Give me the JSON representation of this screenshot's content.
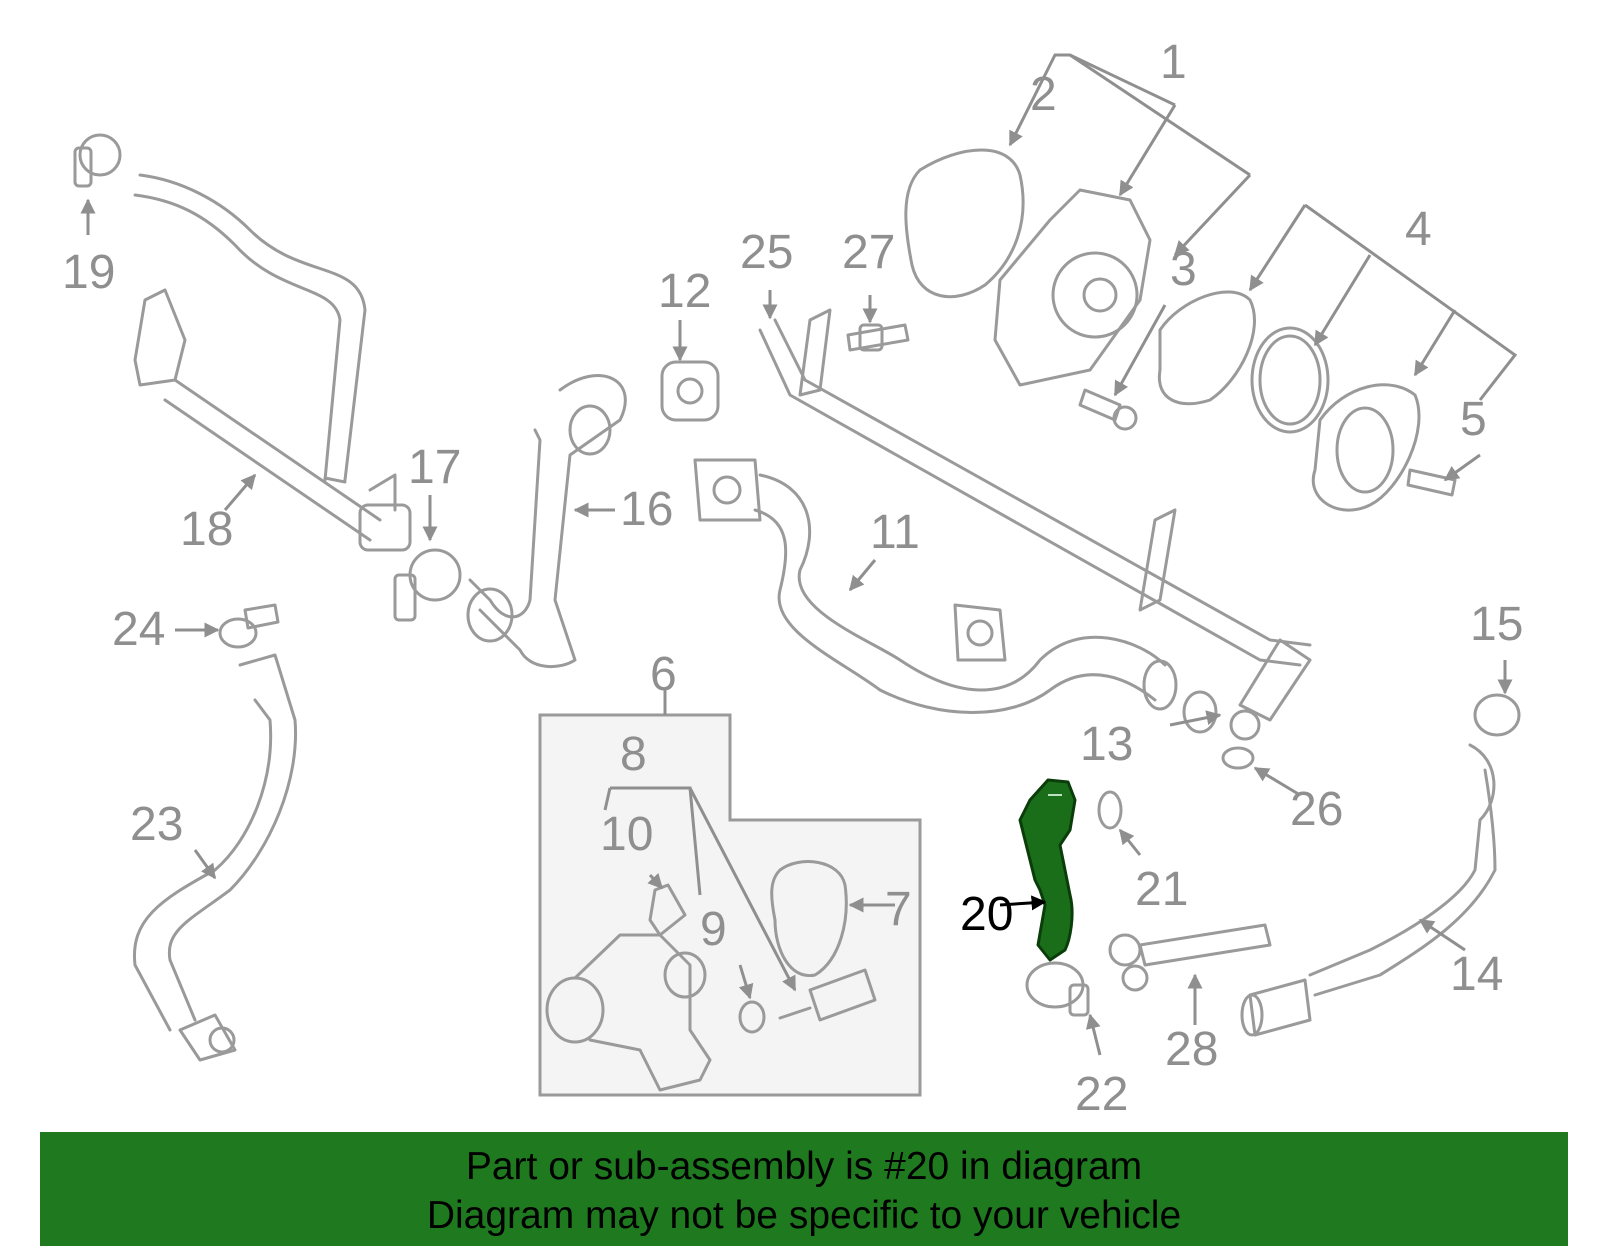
{
  "highlight_color": "#1a6e1a",
  "banner": {
    "line1": "Part or sub-assembly is #20 in diagram",
    "line2": "Diagram may not be specific to your vehicle",
    "background": "#1f7a1f"
  },
  "callouts": [
    {
      "id": "c1",
      "text": "1"
    },
    {
      "id": "c2",
      "text": "2"
    },
    {
      "id": "c3",
      "text": "3"
    },
    {
      "id": "c4",
      "text": "4"
    },
    {
      "id": "c5",
      "text": "5"
    },
    {
      "id": "c6",
      "text": "6"
    },
    {
      "id": "c7",
      "text": "7"
    },
    {
      "id": "c8",
      "text": "8"
    },
    {
      "id": "c9",
      "text": "9"
    },
    {
      "id": "c10",
      "text": "10"
    },
    {
      "id": "c11",
      "text": "11"
    },
    {
      "id": "c12",
      "text": "12"
    },
    {
      "id": "c13",
      "text": "13"
    },
    {
      "id": "c14",
      "text": "14"
    },
    {
      "id": "c15",
      "text": "15"
    },
    {
      "id": "c16",
      "text": "16"
    },
    {
      "id": "c17",
      "text": "17"
    },
    {
      "id": "c18",
      "text": "18"
    },
    {
      "id": "c19",
      "text": "19"
    },
    {
      "id": "c20",
      "text": "20"
    },
    {
      "id": "c21",
      "text": "21"
    },
    {
      "id": "c22",
      "text": "22"
    },
    {
      "id": "c23",
      "text": "23"
    },
    {
      "id": "c24",
      "text": "24"
    },
    {
      "id": "c25",
      "text": "25"
    },
    {
      "id": "c26",
      "text": "26"
    },
    {
      "id": "c27",
      "text": "27"
    },
    {
      "id": "c28",
      "text": "28"
    }
  ]
}
